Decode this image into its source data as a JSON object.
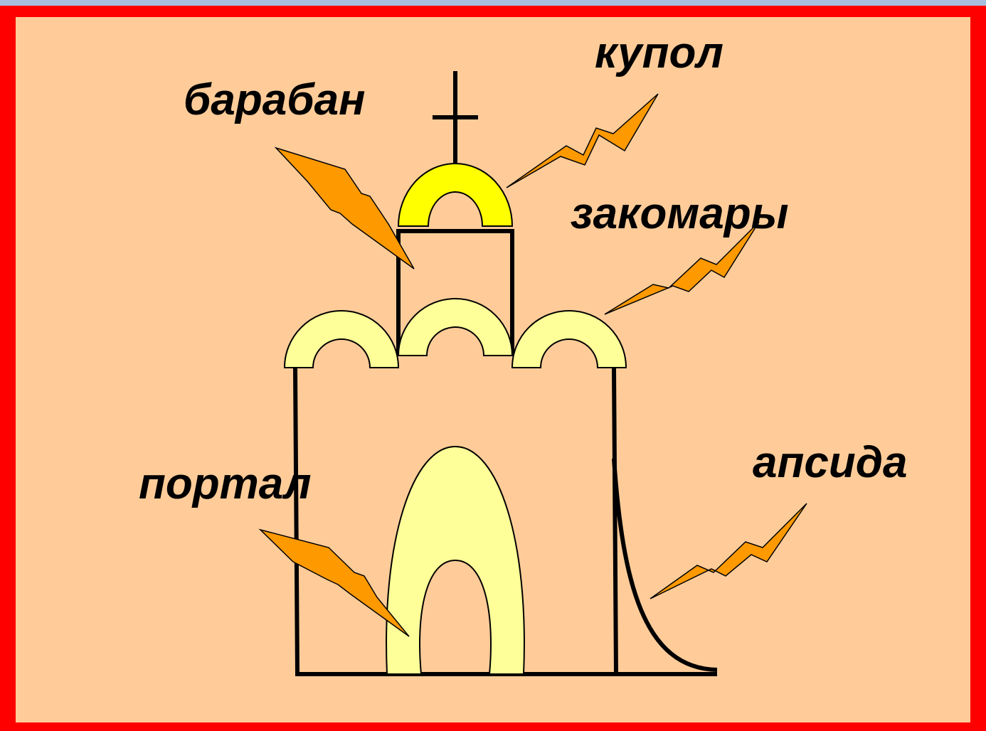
{
  "labels": {
    "dome": "купол",
    "drum": "барабан",
    "zakomary": "закомары",
    "portal": "портал",
    "apse": "апсида"
  },
  "colors": {
    "frame": "#ff0000",
    "background": "#ffcc99",
    "dome_fill": "#ffff00",
    "arch_fill": "#ffff99",
    "arrow_fill": "#ff9900",
    "outline": "#000000"
  }
}
